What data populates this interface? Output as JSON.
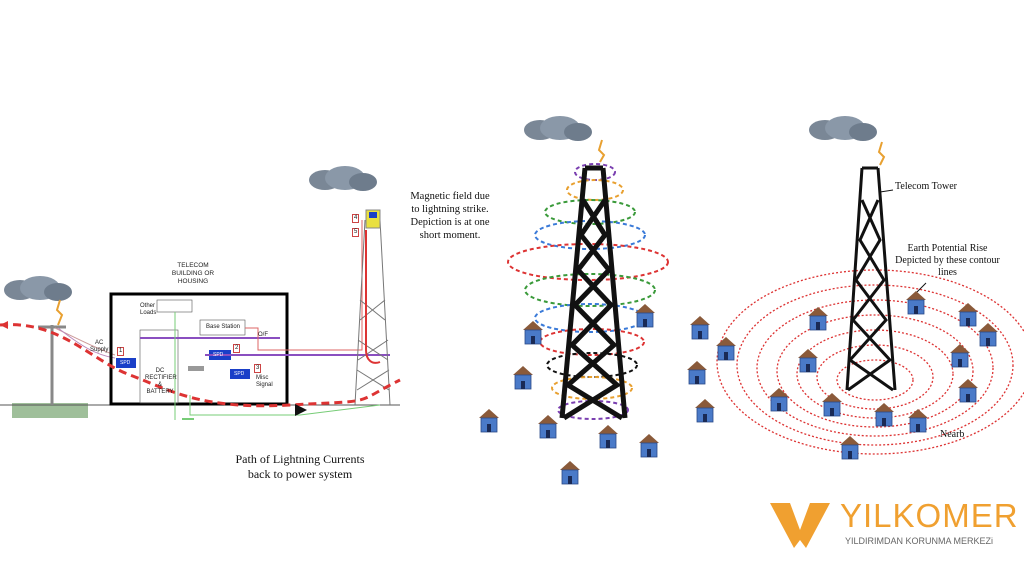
{
  "left_diagram": {
    "building_label": [
      "TELECOM",
      "BUILDING OR",
      "HOUSING"
    ],
    "other_loads": [
      "Other",
      "Loads"
    ],
    "base_station": "Base Station",
    "dc_rectifier": [
      "DC",
      "RECTIFIER",
      "&",
      "BATTERY"
    ],
    "ac_supply": [
      "AC",
      "Supply"
    ],
    "oif": "O/F",
    "misc_signal": [
      "Misc",
      "Signal"
    ],
    "spd_label": "SPD",
    "numbers": [
      "1",
      "2",
      "3",
      "4",
      "5"
    ],
    "caption": [
      "Path of Lightning Currents",
      "back to power system"
    ]
  },
  "middle_diagram": {
    "caption": [
      "Magnetic field due",
      "to lightning strike.",
      "Depiction is at one",
      "short moment."
    ]
  },
  "right_diagram": {
    "tower_label": "Telecom Tower",
    "epr_label": [
      "Earth Potential Rise",
      "Depicted by these contour",
      "lines"
    ],
    "nearby_label": "Nearb"
  },
  "logo": {
    "name": "YILKOMER",
    "tagline": "YILDIRIMDAN KORUNMA MERKEZi",
    "color": "#f0a030"
  }
}
